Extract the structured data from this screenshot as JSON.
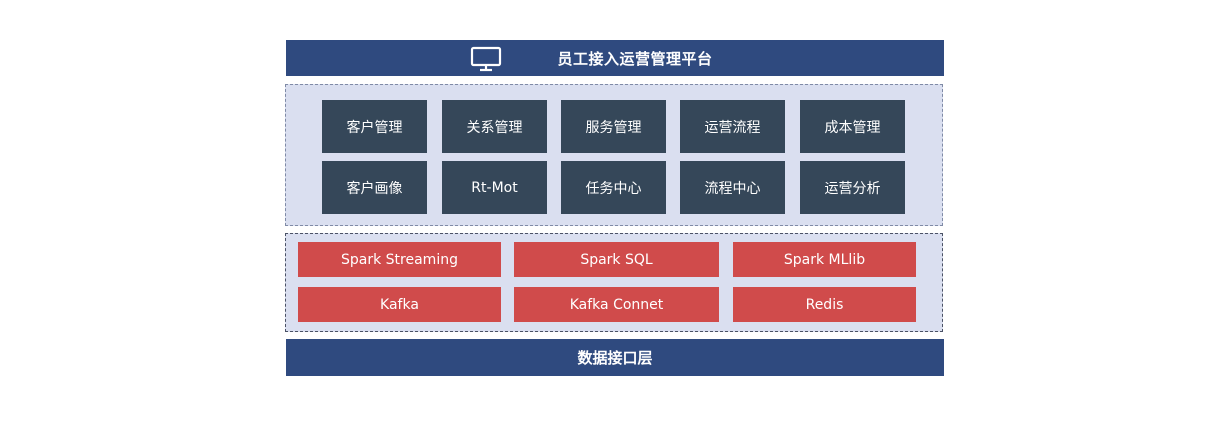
{
  "header": {
    "title": "员工接入运营管理平台",
    "icon": "monitor-icon"
  },
  "apps": {
    "row1": [
      "客户管理",
      "关系管理",
      "服务管理",
      "运营流程",
      "成本管理"
    ],
    "row2": [
      "客户画像",
      "Rt-Mot",
      "任务中心",
      "流程中心",
      "运营分析"
    ]
  },
  "data_layer": {
    "row1": [
      "Spark Streaming",
      "Spark SQL",
      "Spark MLlib"
    ],
    "row2": [
      "Kafka",
      "Kafka Connet",
      "Redis"
    ]
  },
  "footer": {
    "title": "数据接口层"
  },
  "colors": {
    "header_bg": "#2f4a7f",
    "panel_bg": "#dadff0",
    "tile_bg": "#354759",
    "red_box": "#d04b4b"
  }
}
